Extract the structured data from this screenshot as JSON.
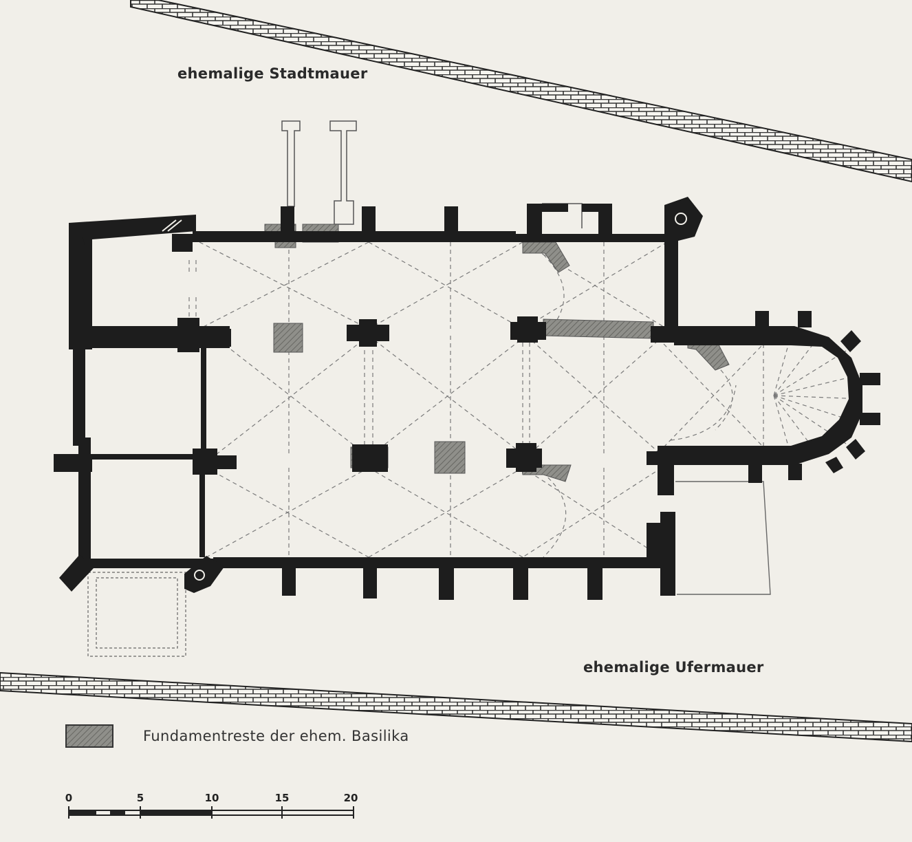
{
  "labels": {
    "city_wall": "ehemalige Stadtmauer",
    "shore_wall": "ehemalige Ufermauer"
  },
  "legend": {
    "text": "Fundamentreste der ehem. Basilika"
  },
  "scale": {
    "ticks": [
      "0",
      "5",
      "10",
      "15",
      "20"
    ]
  },
  "colors": {
    "wall": "#1d1d1d",
    "foundation": "#8f8f8a",
    "vault_lines": "#777777",
    "background": "#f1efe9"
  }
}
